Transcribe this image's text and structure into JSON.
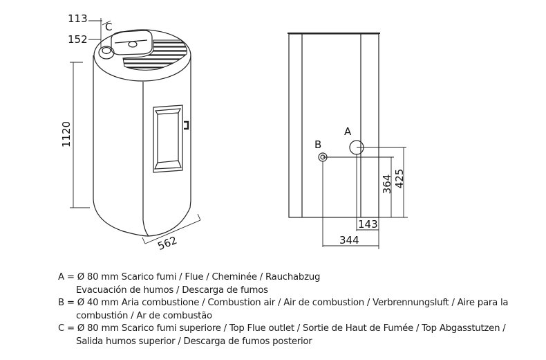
{
  "dimensions": {
    "d113": "113",
    "d152": "152",
    "d1120": "1120",
    "d562": "562",
    "d425": "425",
    "d364": "364",
    "d143": "143",
    "d344": "344"
  },
  "labels": {
    "a": "A",
    "b": "B",
    "c": "C"
  },
  "legend": {
    "a_line1": "A = Ø 80 mm  Scarico fumi / Flue / Cheminée / Rauchabzug",
    "a_line2": "Evacuación de humos / Descarga de fumos",
    "b_line1": "B = Ø 40 mm  Aria combustione / Combustion air / Air de combustion / Verbrennungsluft / Aire para la",
    "b_line2": "combustión / Ar de combustão",
    "c_line1": "C = Ø 80 mm Scarico fumi superiore / Top Flue outlet / Sortie de Haut de Fumée / Top Abgasstutzen /",
    "c_line2": "Salida humos superior / Descarga de fumos posterior"
  }
}
